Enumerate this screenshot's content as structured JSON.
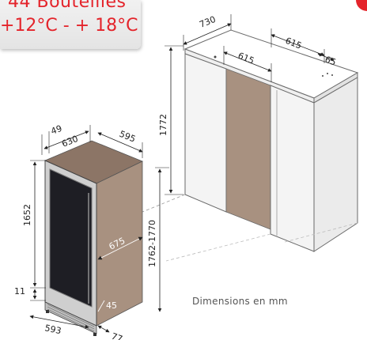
{
  "banner": {
    "line1": "44 Bouteilles",
    "line2": "+12°C - + 18°C"
  },
  "note": "Dimensions en mm",
  "dimensions": {
    "top_depth_total": "730",
    "top_width": "615",
    "top_inner_width": "615",
    "top_side_gap": "65",
    "niche_height": "1772",
    "unit_gap": "49",
    "unit_depth": "630",
    "unit_width_top": "595",
    "unit_height": "1652",
    "niche_height_range": "1762-1770",
    "door_open_depth": "675",
    "door_gap": "45",
    "foot_height": "11",
    "unit_width_bottom": "593",
    "plinth_depth": "77"
  },
  "colors": {
    "accent": "#e4242b",
    "cabinet_body": "#a89180",
    "cabinet_top": "#8c7566",
    "frame": "#c9c9c9",
    "glass": "#1e1e24"
  }
}
